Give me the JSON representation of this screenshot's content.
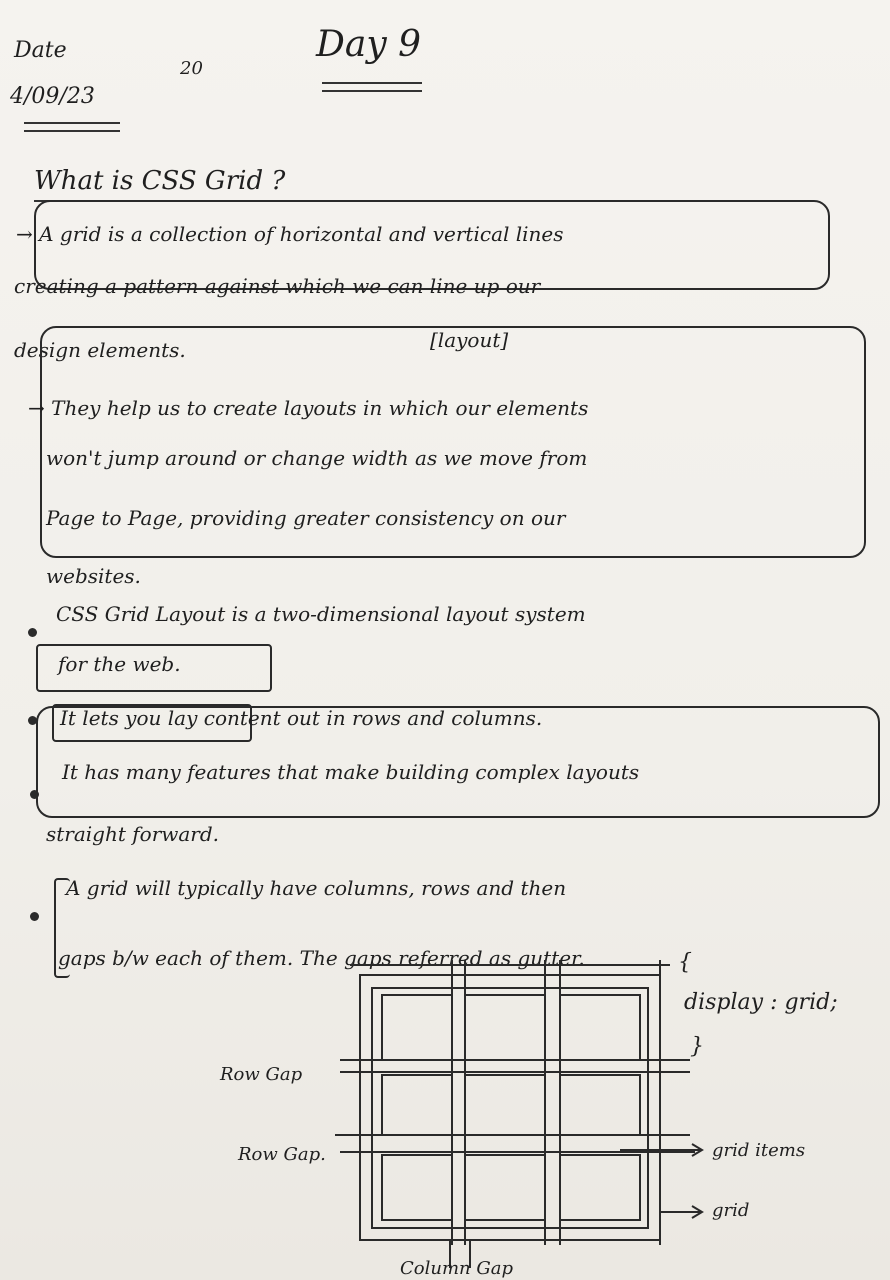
{
  "header": {
    "date_label": "Date",
    "date_value": "4/09/23",
    "page_no": "20",
    "day": "Day 9"
  },
  "heading": "What is CSS Grid ?",
  "definition": {
    "line1": "→ A grid is a collection of horizontal and vertical lines",
    "line2": "creating a pattern against which we can line up our",
    "line3": "design elements.",
    "tag": "[layout]"
  },
  "purpose": {
    "line1": "→ They help us to create layouts in which our elements",
    "line2": "won't jump around or change width as we move from",
    "line3": "Page to Page, providing greater consistency on our",
    "line4": "websites."
  },
  "bullets": [
    {
      "line1": "CSS Grid Layout is a two-dimensional layout system",
      "line2": "for the web."
    },
    {
      "line1": "It lets you lay content out in rows and columns."
    },
    {
      "line1": "It has many features that make building complex layouts",
      "line2": "straight forward."
    },
    {
      "line1": "A grid will typically have columns, rows and then",
      "line2": "gaps b/w each of them. The gaps referred as gutter."
    }
  ],
  "diagram": {
    "code_open": "{",
    "code_body": "display : grid;",
    "code_close": "}",
    "labels": {
      "row_gap_1": "Row Gap",
      "row_gap_2": "Row Gap.",
      "grid_items": "grid items",
      "grid": "grid",
      "column_gap": "Column Gap"
    }
  }
}
